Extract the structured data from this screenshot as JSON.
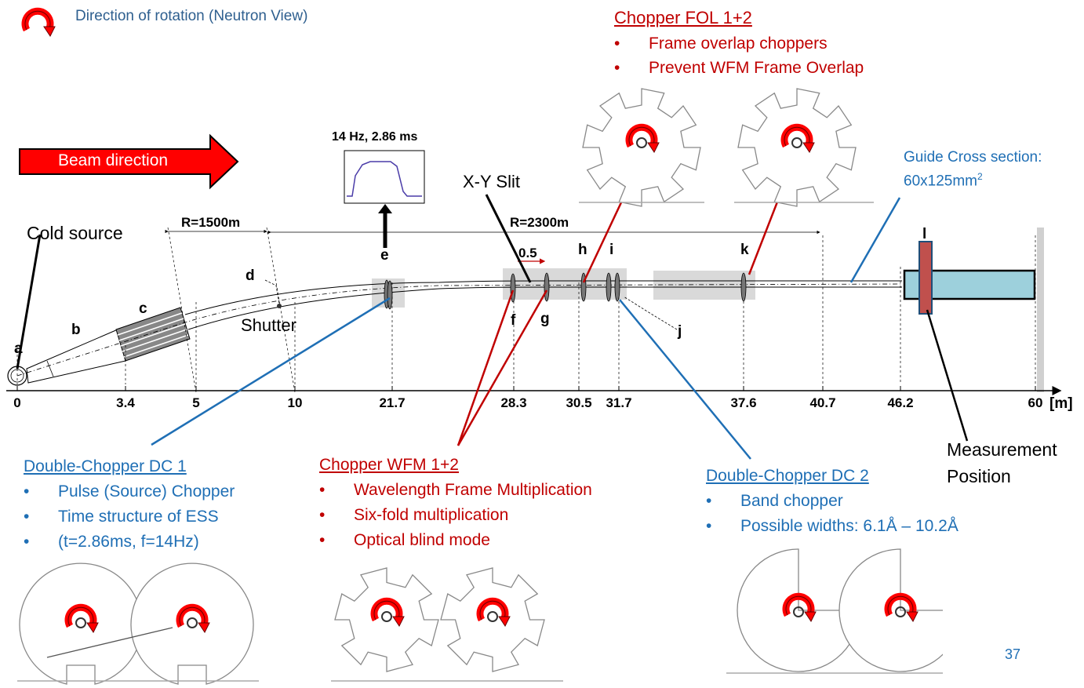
{
  "legend": {
    "rotation_text": "Direction of rotation (Neutron View)"
  },
  "beam": {
    "label": "Beam direction"
  },
  "pulse_plot": {
    "label": "14 Hz, 2.86 ms"
  },
  "labels": {
    "cold_source": "Cold source",
    "shutter": "Shutter",
    "xy_slit": "X-Y Slit",
    "guide_cross_1": "Guide Cross section:",
    "guide_cross_2_base": "60x125mm",
    "guide_cross_2_sup": "2",
    "measurement_1": "Measurement",
    "measurement_2": "Position",
    "radius_1": "R=1500m",
    "radius_2": "R=2300m",
    "gap": "0.5",
    "page_number": "37"
  },
  "letters": [
    "a",
    "b",
    "c",
    "d",
    "e",
    "f",
    "g",
    "h",
    "i",
    "j",
    "k",
    "l"
  ],
  "axis": {
    "ticks": [
      "0",
      "3.4",
      "5",
      "10",
      "21.7",
      "28.3",
      "30.5",
      "31.7",
      "37.6",
      "40.7",
      "46.2",
      "60"
    ],
    "unit": "[m]"
  },
  "fol": {
    "title": "Chopper FOL 1+2",
    "bullets": [
      "Frame overlap choppers",
      "Prevent WFM Frame Overlap"
    ]
  },
  "dc1": {
    "title": "Double-Chopper DC 1",
    "bullets": [
      "Pulse (Source) Chopper",
      "Time structure of ESS",
      "(t=2.86ms, f=14Hz)"
    ]
  },
  "wfm": {
    "title": "Chopper WFM 1+2",
    "bullets": [
      "Wavelength Frame Multiplication",
      "Six-fold multiplication",
      "Optical blind mode"
    ]
  },
  "dc2": {
    "title": "Double-Chopper DC 2",
    "bullets": [
      "Band chopper",
      "Possible widths: 6.1Å – 10.2Å"
    ]
  },
  "bullet_char": "•",
  "colors": {
    "red": "#c00000",
    "blue": "#1f6fb5",
    "arrow_red": "#ff0000",
    "sample": "#9dd0dc",
    "measure": "#c0504d"
  }
}
